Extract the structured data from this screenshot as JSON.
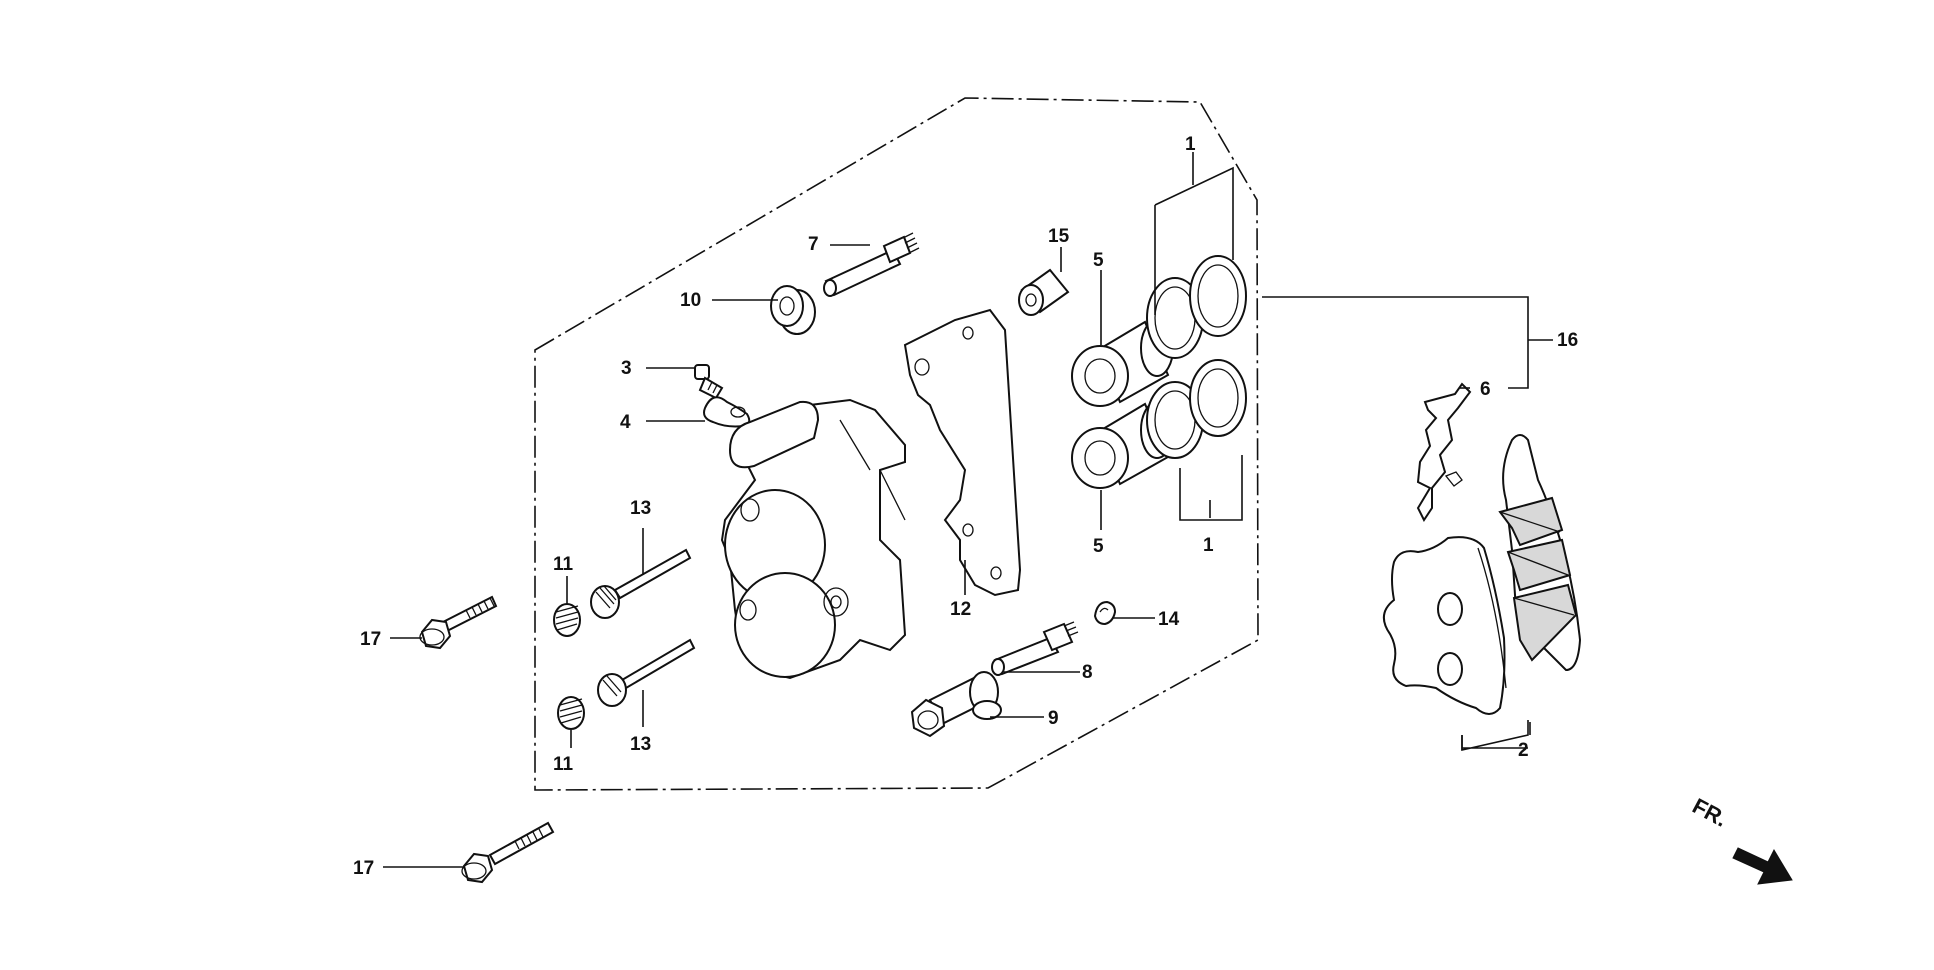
{
  "labels": {
    "p1a": "1",
    "p1b": "1",
    "p2": "2",
    "p3": "3",
    "p4": "4",
    "p5a": "5",
    "p5b": "5",
    "p6": "6",
    "p7": "7",
    "p8": "8",
    "p9": "9",
    "p10": "10",
    "p11a": "11",
    "p11b": "11",
    "p12": "12",
    "p13a": "13",
    "p13b": "13",
    "p14": "14",
    "p15": "15",
    "p16": "16",
    "p17a": "17",
    "p17b": "17"
  },
  "direction_indicator": {
    "text": "FR.",
    "icon": "arrow-right-down-icon"
  }
}
